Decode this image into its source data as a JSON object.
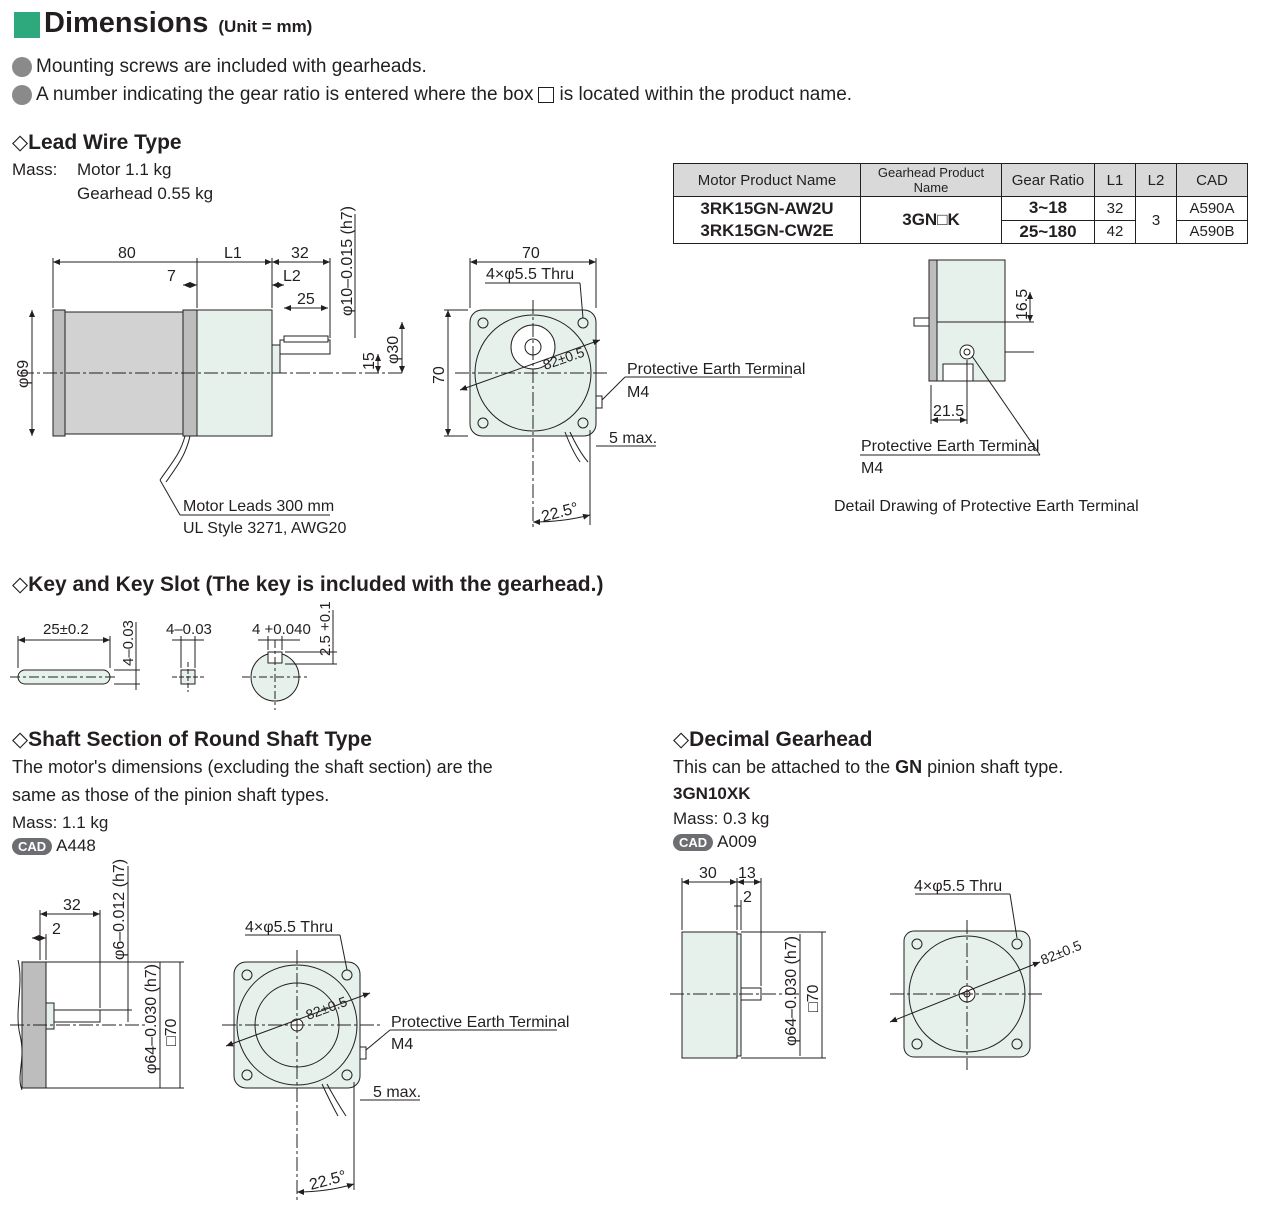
{
  "header": {
    "title": "Dimensions",
    "unit": "(Unit = mm)"
  },
  "notes": [
    "Mounting screws are included with gearheads.",
    "A number indicating the gear ratio is entered where the box",
    "is located within the product name."
  ],
  "lead_wire": {
    "title": "Lead Wire Type",
    "mass_label": "Mass:",
    "mass_motor": "Motor  1.1 kg",
    "mass_gearhead": "Gearhead 0.55 kg"
  },
  "table": {
    "headers": [
      "Motor Product Name",
      "Gearhead Product Name",
      "Gear Ratio",
      "L1",
      "L2",
      "CAD"
    ],
    "motors": [
      "3RK15GN-AW2U",
      "3RK15GN-CW2E"
    ],
    "gearhead": "3GN□K",
    "ratios": [
      "3~18",
      "25~180"
    ],
    "l1": [
      "32",
      "42"
    ],
    "l2": "3",
    "cad": [
      "A590A",
      "A590B"
    ]
  },
  "drawing1": {
    "d80": "80",
    "d7": "7",
    "dL1": "L1",
    "d32": "32",
    "dL2": "L2",
    "d25": "25",
    "shaft": "φ10–0.015 (h7)",
    "phi69": "φ69",
    "phi30": "φ30",
    "d15": "15",
    "leads1": "Motor Leads 300 mm",
    "leads2": "UL Style 3271, AWG20",
    "d70": "70",
    "d70v": "70",
    "holes": "4×φ5.5 Thru",
    "pcd": "82±0.5",
    "pet": "Protective Earth Terminal",
    "m4": "M4",
    "max5": "5 max.",
    "ang": "22.5°"
  },
  "detail": {
    "d16": "16.5",
    "d21": "21.5",
    "pet": "Protective Earth Terminal",
    "m4": "M4",
    "caption": "Detail Drawing of Protective Earth Terminal"
  },
  "key": {
    "title": "Key and Key Slot (The key is included with the gearhead.)",
    "k25": "25±0.2",
    "k4a": "4–0.03",
    "k4b": "4–0.03",
    "k4c": "4 +0.040",
    "k25s": "2.5 +0.1"
  },
  "round": {
    "title": "Shaft Section of Round Shaft Type",
    "desc1": "The motor's dimensions (excluding the shaft section) are the",
    "desc2": "same as those of the pinion shaft types.",
    "mass": "Mass: 1.1 kg",
    "cad_badge": "CAD",
    "cad": "A448",
    "d32": "32",
    "d2": "2",
    "shaft": "φ6–0.012 (h7)",
    "pilot": "φ64–0.030 (h7)",
    "sq": "□70",
    "holes": "4×φ5.5 Thru",
    "pcd": "82±0.5",
    "pet": "Protective Earth Terminal",
    "m4": "M4",
    "max5": "5 max.",
    "ang": "22.5°"
  },
  "decimal": {
    "title": "Decimal Gearhead",
    "desc_pre": "This can be attached to the ",
    "desc_bold": "GN",
    "desc_post": " pinion shaft type.",
    "model": "3GN10XK",
    "mass": "Mass: 0.3 kg",
    "cad_badge": "CAD",
    "cad": "A009",
    "d30": "30",
    "d13": "13",
    "d2": "2",
    "pilot": "φ64–0.030 (h7)",
    "sq": "□70",
    "holes": "4×φ5.5 Thru",
    "pcd": "82±0.5"
  },
  "colors": {
    "accent": "#2ea97d",
    "body_fill": "#e6f1ec",
    "motor_fill": "#c8c8c8"
  }
}
